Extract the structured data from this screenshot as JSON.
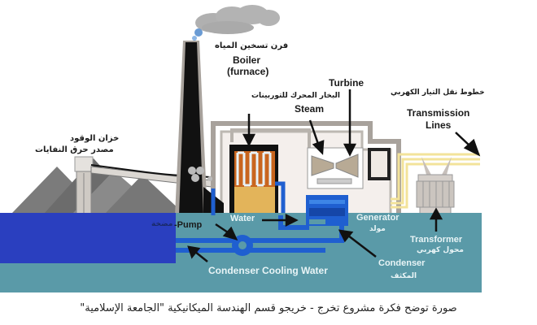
{
  "labels": {
    "boiler_ar": "فرن تسخين المياه",
    "boiler_en": "Boiler",
    "boiler_en2": "(furnace)",
    "steam_ar": "البخار المحرك للتوربينات",
    "steam_en": "Steam",
    "turbine_en": "Turbine",
    "transmission_ar": "خطوط نقل التيار الكهربي",
    "transmission_en": "Transmission",
    "transmission_en2": "Lines",
    "fuel_ar1": "خزان الوقود",
    "fuel_ar2": "مصدر حرق النفايات",
    "pump_ar": "مضخة",
    "pump_en": "-Pump",
    "water_en": "Water",
    "generator_en": "Generator",
    "generator_ar": "مولد",
    "transformer_en": "Transformer",
    "transformer_ar": "محول كهربي",
    "condenser_en": "Condenser",
    "condenser_ar": "المكثف",
    "cooling_en": "Condenser Cooling Water"
  },
  "caption": "صورة توضح فكرة مشروع تخرج - خريجو قسم الهندسة الميكانيكية \"الجامعة الإسلامية\"",
  "colors": {
    "ground": "#5a9aa8",
    "reservoir": "#2a3fbf",
    "pipe": "#1f5fd0",
    "building": "#a8a29c",
    "chimney": "#111111",
    "transmission": "#f3e39a"
  }
}
